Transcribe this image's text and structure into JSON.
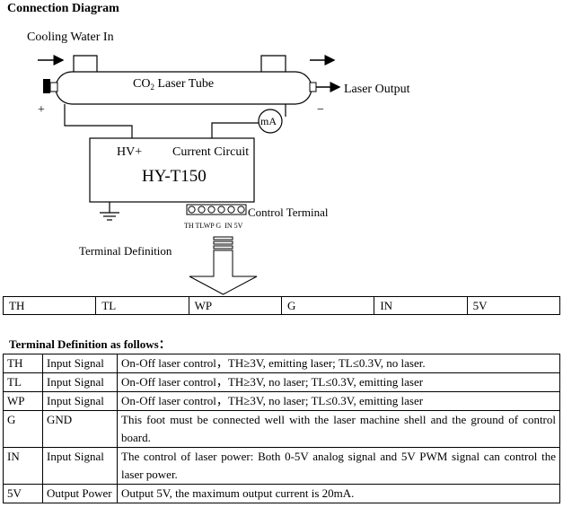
{
  "section_title": "Connection Diagram",
  "diagram": {
    "cooling_water_in": "Cooling Water In",
    "tube_label_prefix": "CO",
    "tube_label_sub": "2",
    "tube_label_suffix": " Laser Tube",
    "laser_output": "Laser Output",
    "plus": "+",
    "minus": "−",
    "ammeter": "mA",
    "hv_plus": "HV+",
    "current_circuit": "Current Circuit",
    "model": "HY-T150",
    "control_terminal": "Control Terminal",
    "pin_labels": "TH TLWP G  IN 5V",
    "terminal_definition": "Terminal Definition"
  },
  "terminal_row": [
    "TH",
    "TL",
    "WP",
    "G",
    "IN",
    "5V"
  ],
  "definitions_title": "Terminal Definition as follows：",
  "definitions": [
    {
      "pin": "TH",
      "type": "Input Signal",
      "desc": "On-Off laser control，TH≥3V, emitting laser; TL≤0.3V, no laser."
    },
    {
      "pin": "TL",
      "type": "Input Signal",
      "desc": "On-Off laser control，TH≥3V, no laser; TL≤0.3V, emitting laser"
    },
    {
      "pin": "WP",
      "type": "Input Signal",
      "desc": "On-Off laser control，TH≥3V, no laser; TL≤0.3V, emitting laser"
    },
    {
      "pin": "G",
      "type": "GND",
      "desc": "This foot must be connected well with the laser machine shell and the ground of control board."
    },
    {
      "pin": "IN",
      "type": "Input Signal",
      "desc": "The control of laser power: Both 0-5V analog signal and 5V PWM signal can control the laser power."
    },
    {
      "pin": "5V",
      "type": "Output Power",
      "desc": "Output 5V, the maximum output current is 20mA."
    }
  ]
}
